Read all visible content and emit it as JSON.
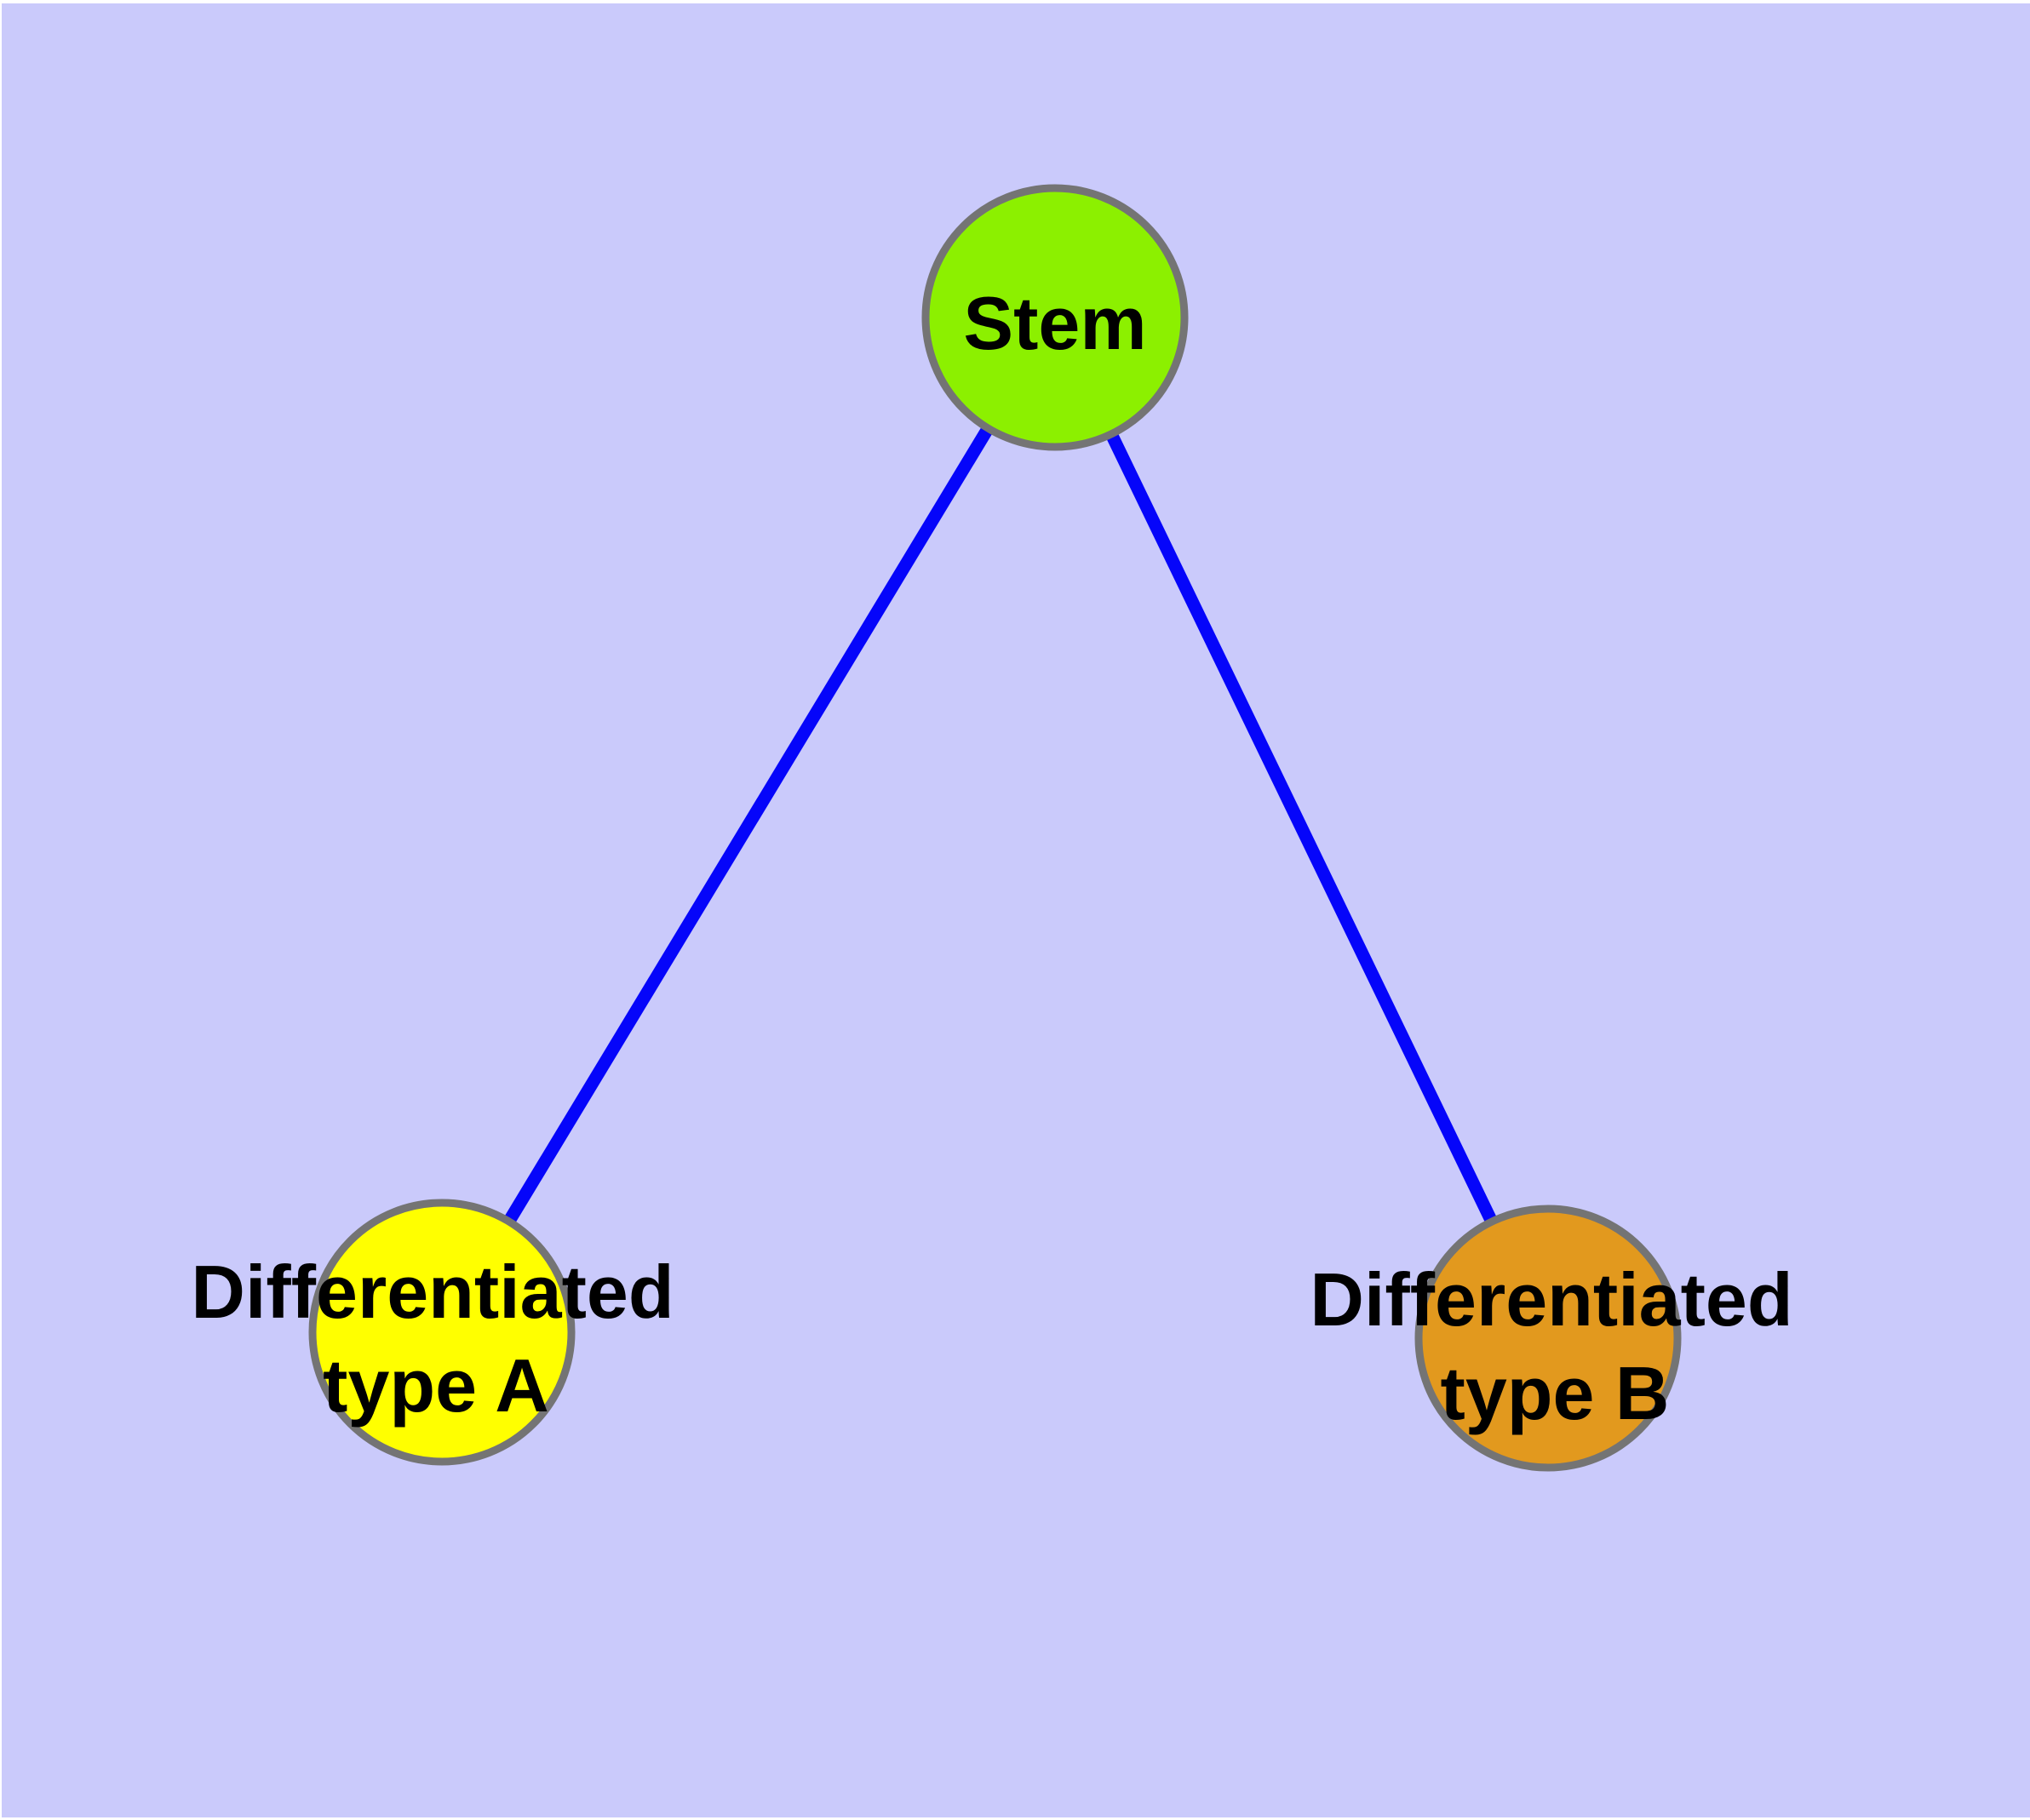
{
  "diagram": {
    "background_color": "#CACAFB",
    "frame_color": "#FFFFFF",
    "edge_color": "#0505FA",
    "node_border_color": "#747474",
    "label_color": "#000000",
    "nodes": [
      {
        "id": "stem",
        "label": "Stem",
        "lines": [
          "Stem"
        ],
        "fill": "#8CF000"
      },
      {
        "id": "differentiated-type-a",
        "label": "Differentiated type A",
        "lines": [
          "Differentiated",
          "type A"
        ],
        "fill": "#FFFF00"
      },
      {
        "id": "differentiated-type-b",
        "label": "Differentiated type B",
        "lines": [
          "Differentiated",
          "type B"
        ],
        "fill": "#E2991E"
      }
    ],
    "edges": [
      {
        "from": "Stem",
        "to": "Differentiated type A"
      },
      {
        "from": "Stem",
        "to": "Differentiated type B"
      }
    ]
  }
}
